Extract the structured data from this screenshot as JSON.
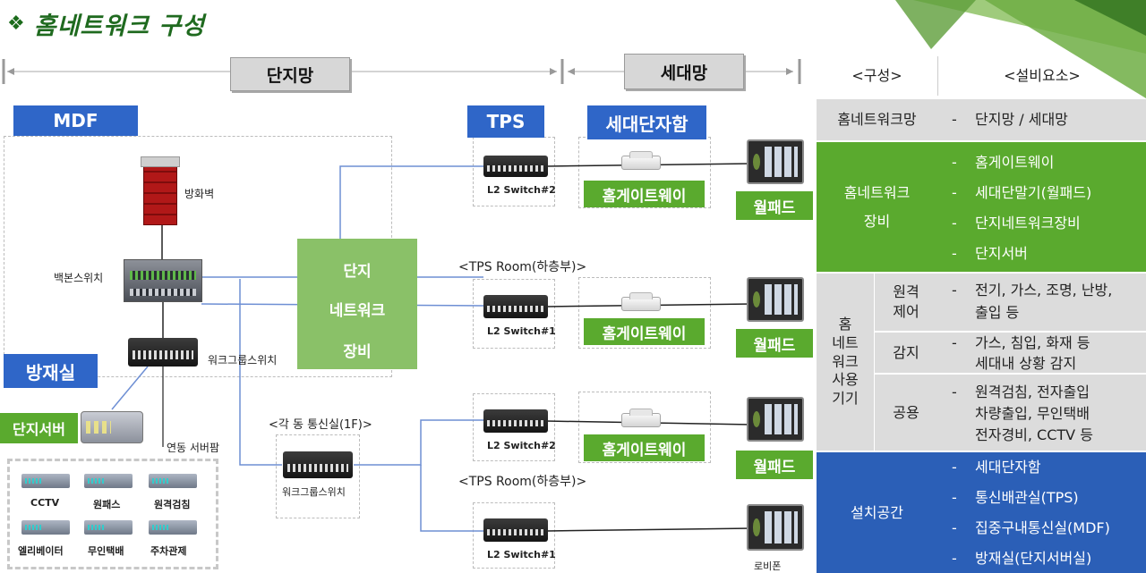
{
  "title": {
    "bullet": "❖",
    "text": "홈네트워크 구성"
  },
  "colors": {
    "green": "#5aaa2e",
    "blue": "#2f66c8",
    "light_green": "#8ac168",
    "table_gray": "#dcdcdc",
    "table_blue": "#2b5fb7"
  },
  "diagram": {
    "danji_label": "단지망",
    "sedae_label": "세대망",
    "mdf_label": "MDF",
    "tps_label": "TPS",
    "sedae_box_label": "세대단자함",
    "bangjae_label": "방재실",
    "danji_server_label": "단지서버",
    "firewall_label": "방화벽",
    "backbone_label": "백본스위치",
    "workgroup_label": "워크그룹스위치",
    "workgroup_label2": "워크그룹스위치",
    "center_box": {
      "line1": "단지",
      "line2": "네트워크",
      "line3": "장비"
    },
    "tps_room_1": "<TPS Room(하층부)>",
    "tps_room_2": "<TPS Room(하층부)>",
    "comm_room": "<각 동 통신실(1F)>",
    "linked_server_panel": "연동 서버팜",
    "switch_a": "L2 Switch#2",
    "switch_b": "L2 Switch#1",
    "switch_c": "L2 Switch#2",
    "switch_d": "L2 Switch#1",
    "gateway_1": "홈게이트웨이",
    "gateway_2": "홈게이트웨이",
    "gateway_3": "홈게이트웨이",
    "wallpad_1": "월패드",
    "wallpad_2": "월패드",
    "wallpad_3": "월패드",
    "lobby_phone": "로비폰",
    "servers": [
      "CCTV",
      "원패스",
      "원격검침",
      "엘리베이터",
      "무인택배",
      "주차관제"
    ]
  },
  "table": {
    "header_left": "<구성>",
    "header_right": "<설비요소>",
    "row1_label": "홈네트워크망",
    "row1_items": [
      "단지망 / 세대망"
    ],
    "row2_label_1": "홈네트워크",
    "row2_label_2": "장비",
    "row2_items": [
      "홈게이트웨이",
      "세대단말기(월패드)",
      "단지네트워크장비",
      "단지서버"
    ],
    "row3_label": [
      "홈",
      "네트",
      "워크",
      "사용",
      "기기"
    ],
    "row3_sub": [
      {
        "label_1": "원격",
        "label_2": "제어",
        "line_1": "전기, 가스, 조명, 난방,",
        "line_2": "출입 등"
      },
      {
        "label_1": "감지",
        "label_2": "",
        "line_1": "가스, 침입, 화재 등",
        "line_2": "세대내 상황 감지"
      },
      {
        "label_1": "공용",
        "label_2": "",
        "line_1": "원격검침, 전자출입",
        "line_2": "차량출입, 무인택배",
        "line_3": "전자경비, CCTV 등"
      }
    ],
    "row4_label": "설치공간",
    "row4_items": [
      "세대단자함",
      "통신배관실(TPS)",
      "집중구내통신실(MDF)",
      "방재실(단지서버실)"
    ],
    "dash": "-"
  }
}
